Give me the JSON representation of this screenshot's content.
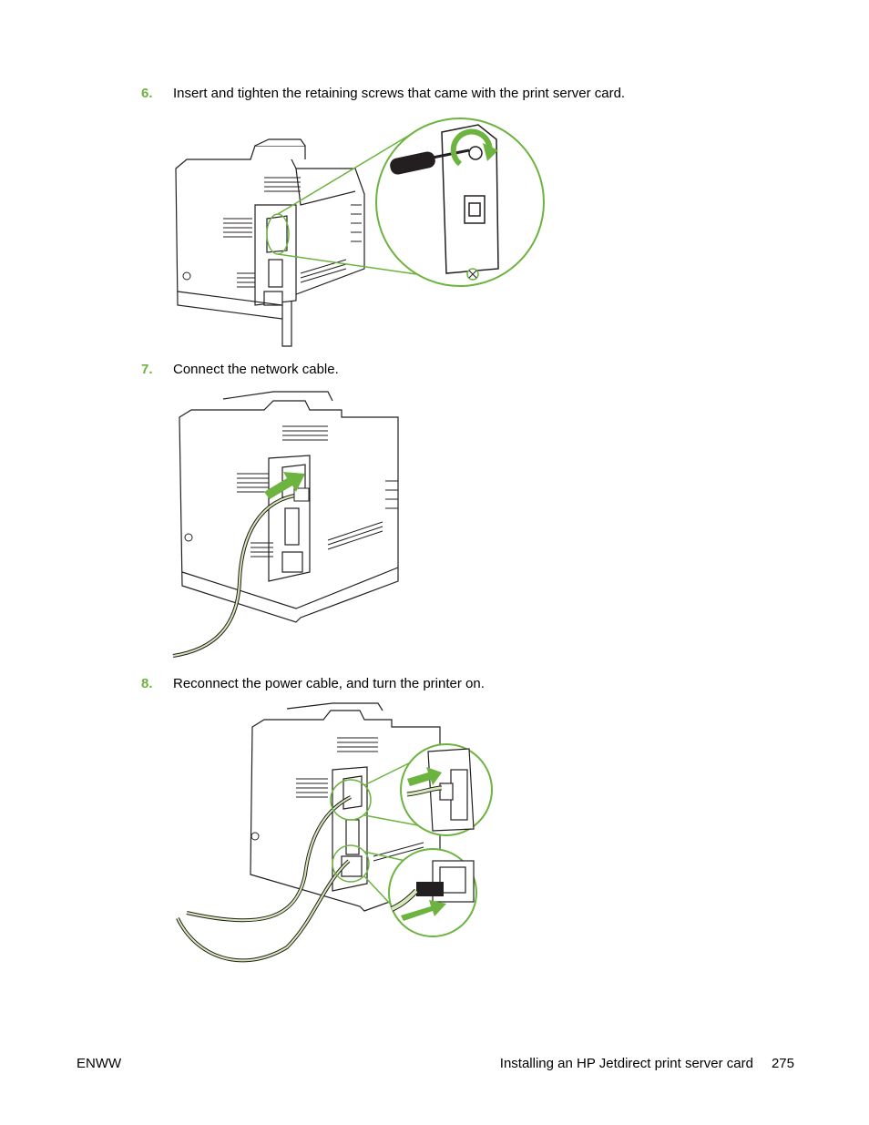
{
  "steps": [
    {
      "number": "6.",
      "text": "Insert and tighten the retaining screws that came with the print server card."
    },
    {
      "number": "7.",
      "text": "Connect the network cable."
    },
    {
      "number": "8.",
      "text": "Reconnect the power cable, and turn the printer on."
    }
  ],
  "footer": {
    "left": "ENWW",
    "title": "Installing an HP Jetdirect print server card",
    "page": "275"
  },
  "colors": {
    "accent": "#6cb33f",
    "line": "#231f20"
  }
}
